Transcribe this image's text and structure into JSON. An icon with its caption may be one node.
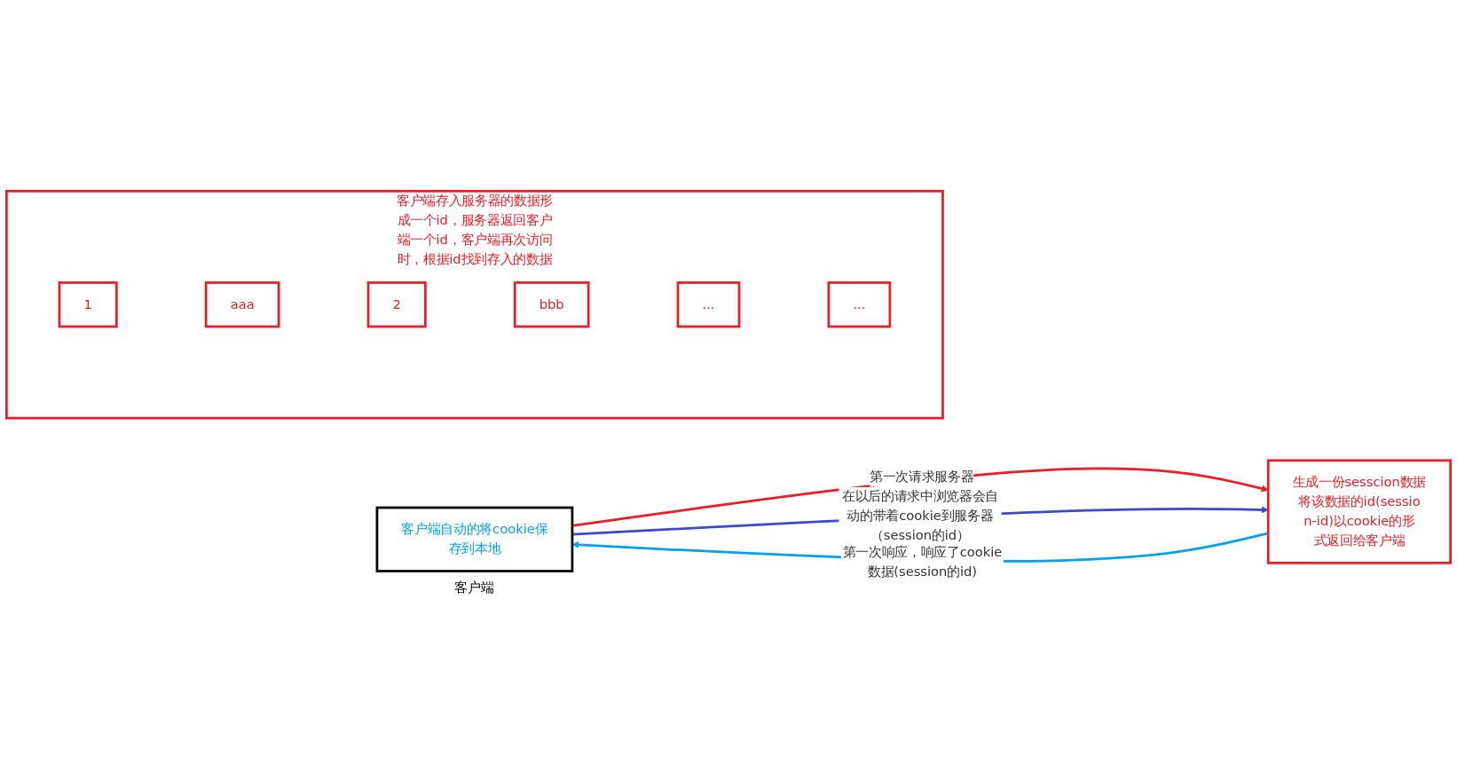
{
  "diagram": {
    "nodes": [
      {
        "text": [
          "客户端自动的将cookie保存到本地"
        ],
        "beside": [
          "客户端"
        ]
      },
      {
        "text": [
          "生成一份sesscion数据将该数据的id(session-id)以cookie的形式返回给客户端"
        ]
      },
      {
        "text": [
          "客户端存入服务器的数据形成一个id，服务器返回客户端一个id，客户端再次访问时，根据id找到存入的数据"
        ]
      },
      {
        "text": [
          "1"
        ],
        "in": 2
      },
      {
        "text": [
          "aaa"
        ],
        "in": 2
      },
      {
        "text": [
          "2"
        ],
        "in": 2
      },
      {
        "text": [
          "bbb"
        ],
        "in": 2
      },
      {
        "text": [
          "..."
        ],
        "in": 2
      },
      {
        "text": [
          "..."
        ],
        "in": 2
      }
    ],
    "edges": [
      {
        "from": 0,
        "to": 1,
        "arrow": "to",
        "label": "第一次请求服务器",
        "color": "#ed1c24"
      },
      {
        "from": 1,
        "to": 0,
        "arrow": "to",
        "label": "第一次响应，响应了cookie数据(session的id)",
        "color": "#00a2e8"
      },
      {
        "from": 0,
        "to": 1,
        "arrow": "to",
        "label": "在以后的请求中浏览器会自动的带着cookie到服务器（session的id）",
        "color": "#3f48cc"
      }
    ]
  }
}
